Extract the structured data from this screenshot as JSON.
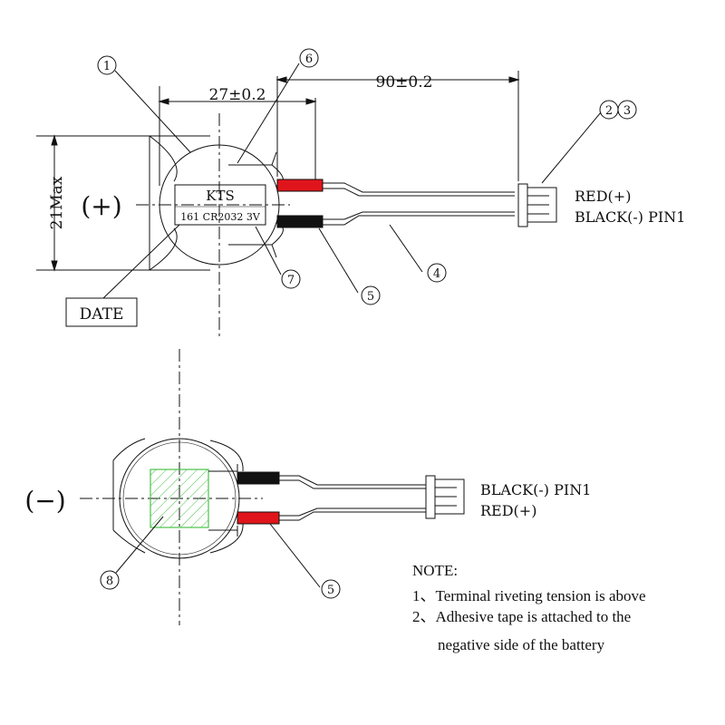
{
  "top_view": {
    "dim_width": "27±0.2",
    "dim_lead": "90±0.2",
    "dim_height": "21Max",
    "polarity": "(+)",
    "label_brand": "KTS",
    "label_code": "161 CR2032 3V",
    "label_date": "DATE",
    "wire_red": "RED(+)",
    "wire_black": "BLACK(-) PIN1"
  },
  "bottom_view": {
    "polarity": "(−)",
    "wire_black": "BLACK(-) PIN1",
    "wire_red": "RED(+)"
  },
  "balloons": {
    "b1": "1",
    "b2": "2",
    "b3": "3",
    "b4": "4",
    "b5": "5",
    "b5b": "5",
    "b6": "6",
    "b7": "7",
    "b8": "8"
  },
  "notes": {
    "title": "NOTE:",
    "line1": "1、Terminal riveting tension is above",
    "line2": "2、Adhesive tape is attached to the",
    "line3": "negative side of the battery"
  },
  "colors": {
    "red_sleeve": "#e0151b",
    "black_sleeve": "#111111",
    "tape_green": "#49c24a"
  }
}
